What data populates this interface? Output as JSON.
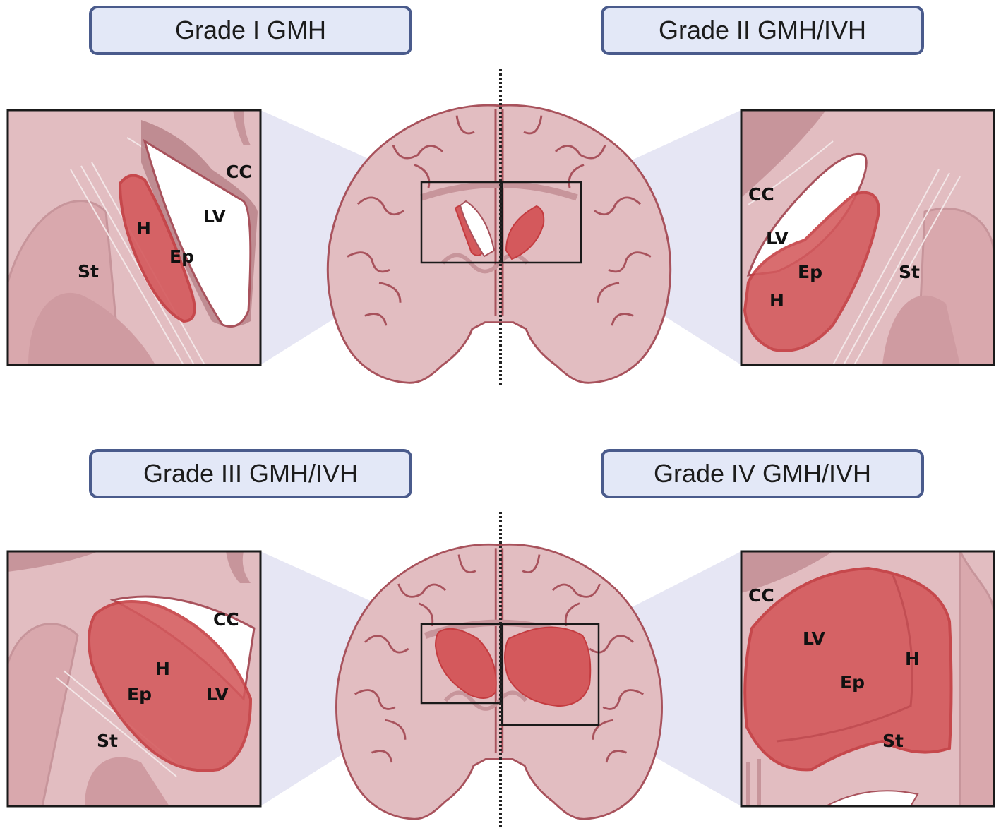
{
  "titles": {
    "grade1": "Grade I GMH",
    "grade2": "Grade II GMH/IVH",
    "grade3": "Grade III GMH/IVH",
    "grade4": "Grade IV GMH/IVH"
  },
  "labels": {
    "cc": "CC",
    "lv": "LV",
    "h": "H",
    "ep": "Ep",
    "st": "St"
  },
  "colors": {
    "tissue": "#e2bdc1",
    "tissue_dark": "#c7959b",
    "outline": "#a8525c",
    "hemorrhage": "#d4595c",
    "hemorrhage_edge": "#c43c40",
    "ventricle": "#ffffff",
    "title_fill": "#e3e8f7",
    "title_border": "#4a5b8c",
    "projection": "#dcdcf0"
  }
}
